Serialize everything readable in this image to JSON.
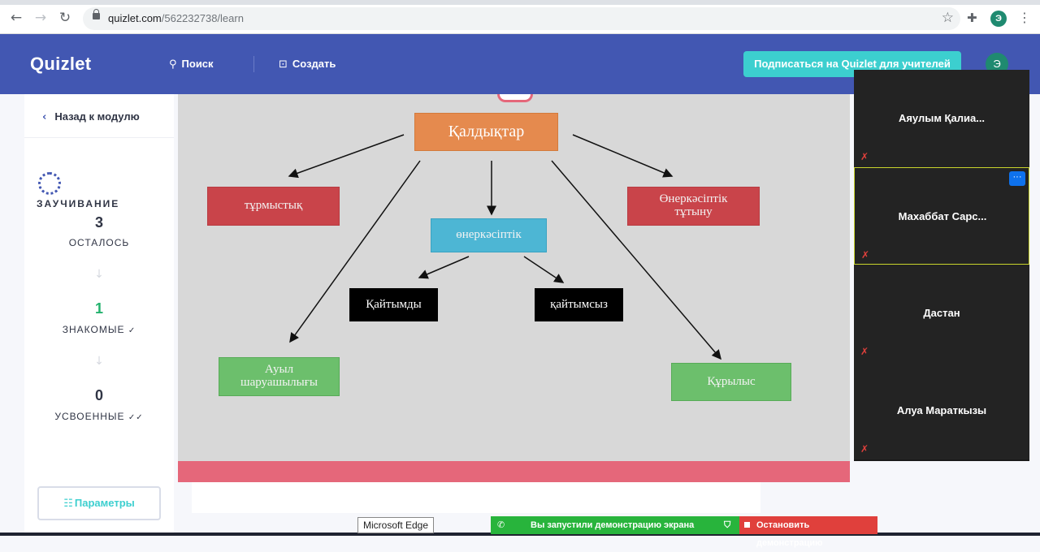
{
  "browser": {
    "url_host": "quizlet.com",
    "url_path": "/562232738/learn",
    "profile_initial": "Э"
  },
  "header": {
    "logo": "Quizlet",
    "search_label": "Поиск",
    "create_label": "Создать",
    "teacher_button": "Подписаться на Quizlet для учителей",
    "avatar_initial": "Э"
  },
  "learn": {
    "back_label": "Назад к модулю",
    "mode_title": "ЗАУЧИВАНИЕ",
    "remaining_count": "3",
    "remaining_label": "ОСТАЛОСЬ",
    "familiar_count": "1",
    "familiar_label": "ЗНАКОМЫЕ",
    "mastered_count": "0",
    "mastered_label": "УСВОЕННЫЕ",
    "params_label": "Параметры",
    "colors": {
      "accent": "#4257b2",
      "familiar": "#23b26d",
      "teal": "#3ccfcf"
    }
  },
  "diagram": {
    "root": "Қалдықтар",
    "household": "тұрмыстық",
    "industrial": "өнеркәсіптік",
    "industrial_consumption": "Өнеркәсіптік тұтыну",
    "reversible": "Қайтымды",
    "irreversible": "қайтымсыз",
    "agricultural": "Ауыл шаруашылығы",
    "construction": "Құрылыс"
  },
  "participants": [
    {
      "name": "Аяулым  Қалиа...",
      "muted": true
    },
    {
      "name": "Махаббат  Сарс...",
      "muted": true,
      "active": true
    },
    {
      "name": "Дастан",
      "muted": true
    },
    {
      "name": "Алуа Мараткызы",
      "muted": true
    }
  ],
  "share_bar": {
    "edge_tooltip": "Microsoft Edge",
    "sharing_message": "Вы запустили демонстрацию экрана",
    "stop_label": "Остановить демонстрацию"
  }
}
